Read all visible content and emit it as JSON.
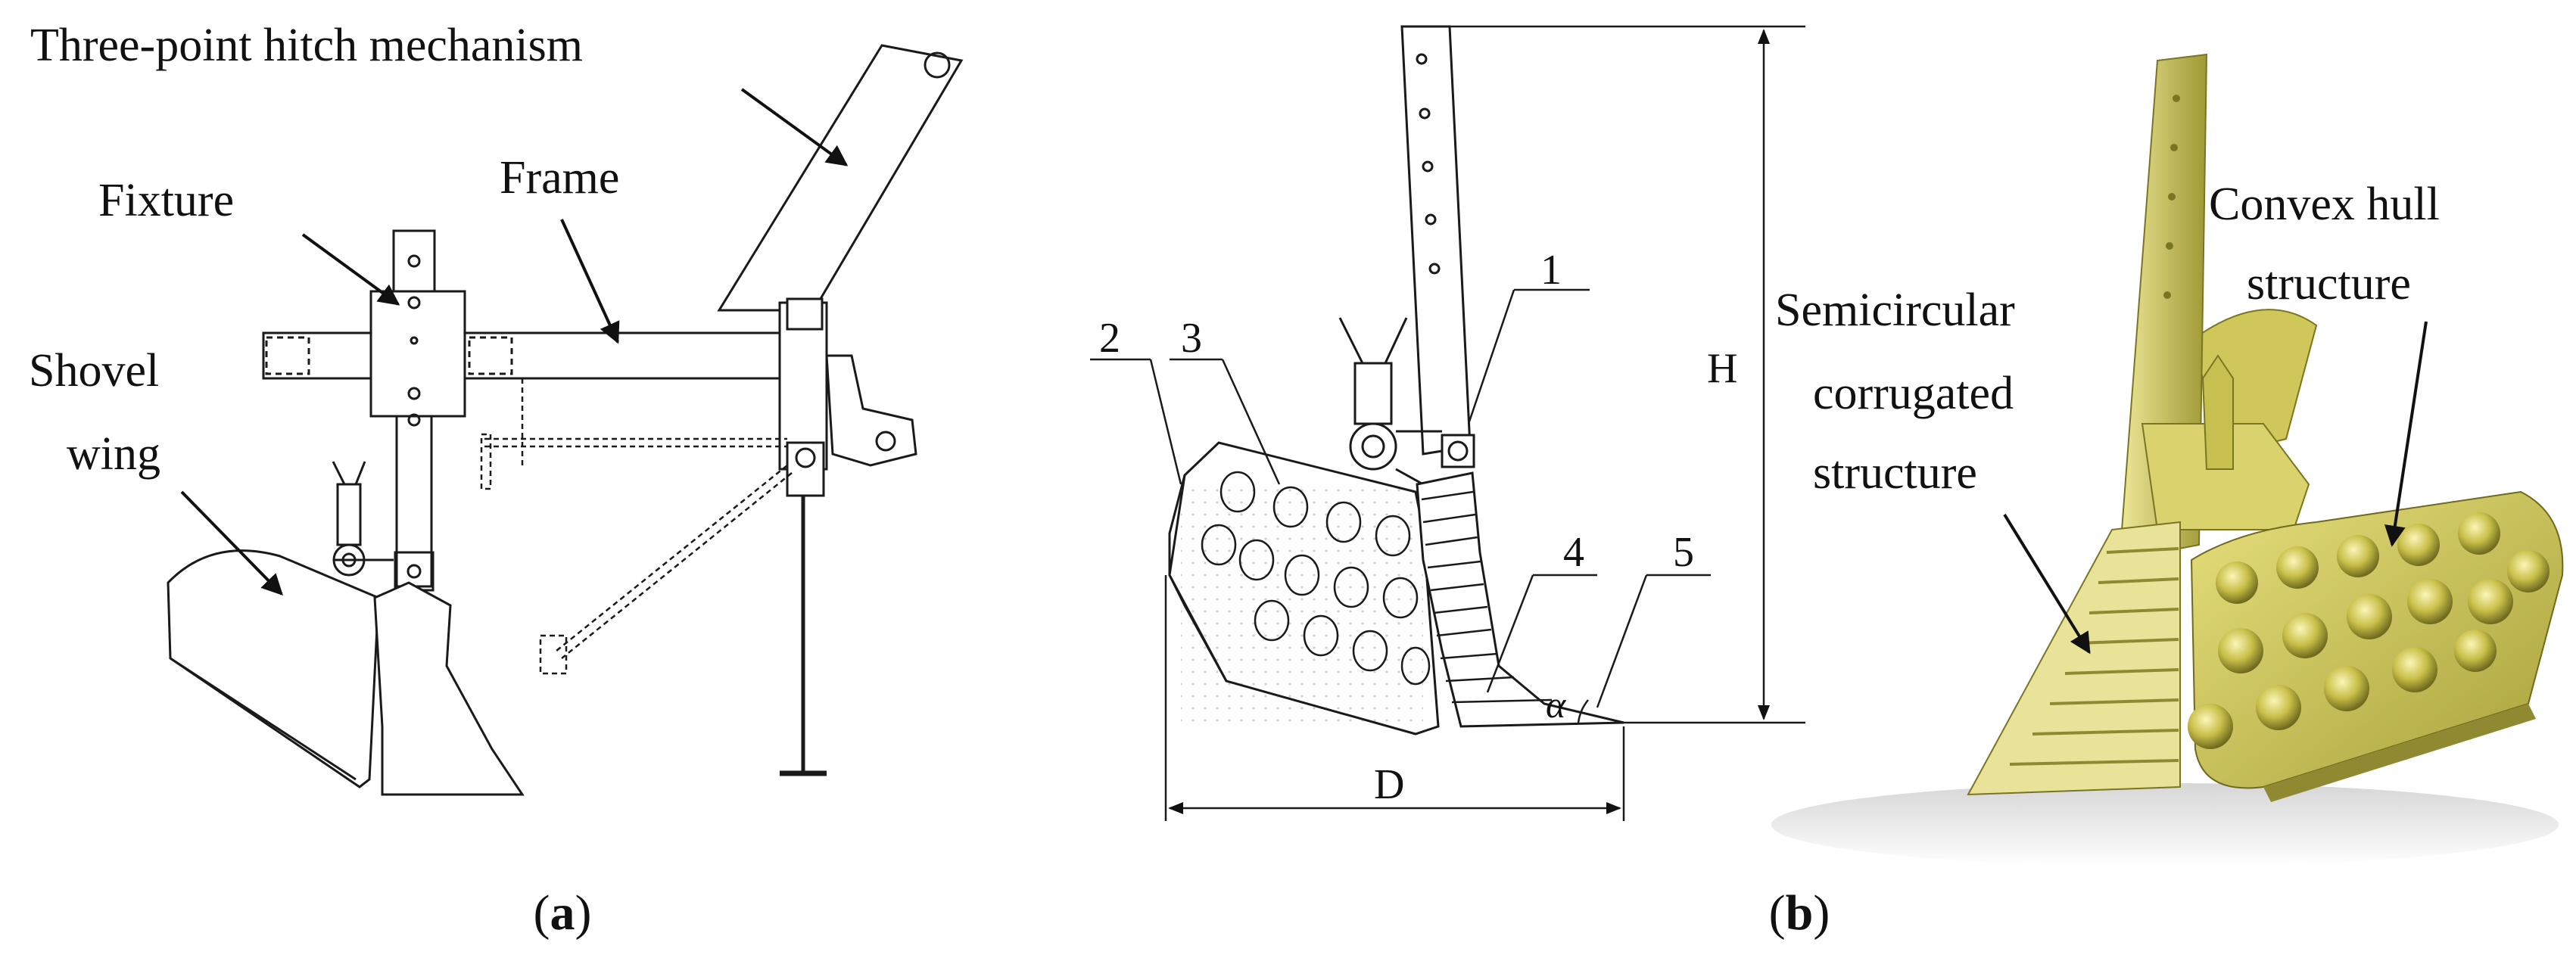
{
  "panel_a": {
    "labels": {
      "hitch": "Three-point hitch mechanism",
      "fixture": "Fixture",
      "frame": "Frame",
      "shovel_line1": "Shovel",
      "shovel_line2": "wing"
    },
    "caption_open": "(",
    "caption_letter": "a",
    "caption_close": ")"
  },
  "panel_b": {
    "numbers": [
      "1",
      "2",
      "3",
      "4",
      "5"
    ],
    "dim_h": "H",
    "dim_d": "D",
    "angle": "α",
    "labels": {
      "semi_line1": "Semicircular",
      "semi_line2": "corrugated",
      "semi_line3": "structure",
      "convex_line1": "Convex  hull",
      "convex_line2": "structure"
    },
    "caption_open": "(",
    "caption_letter": "b",
    "caption_close": ")"
  },
  "colors": {
    "line": "#1a1a1a",
    "render_light": "#e6e08a",
    "render_mid": "#c9c25a",
    "render_dark": "#8f8a32"
  }
}
